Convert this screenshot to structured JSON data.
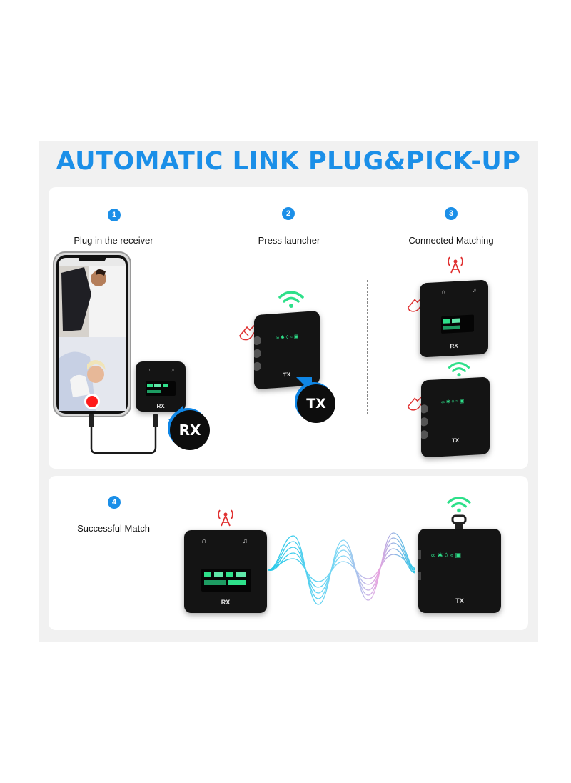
{
  "headline": "AUTOMATIC LINK PLUG&PICK-UP",
  "steps": [
    {
      "number": "1",
      "label": "Plug in the receiver"
    },
    {
      "number": "2",
      "label": "Press launcher"
    },
    {
      "number": "3",
      "label": "Connected Matching"
    },
    {
      "number": "4",
      "label": "Successful Match"
    }
  ],
  "badges": {
    "rx": "RX",
    "tx": "TX"
  },
  "device_labels": {
    "rx": "RX",
    "tx": "TX"
  },
  "colors": {
    "accent": "#1b8fe8",
    "signal_green": "#2ee08a",
    "signal_red": "#e03131",
    "record_red": "#ff1a1a",
    "device_body": "#141414"
  }
}
